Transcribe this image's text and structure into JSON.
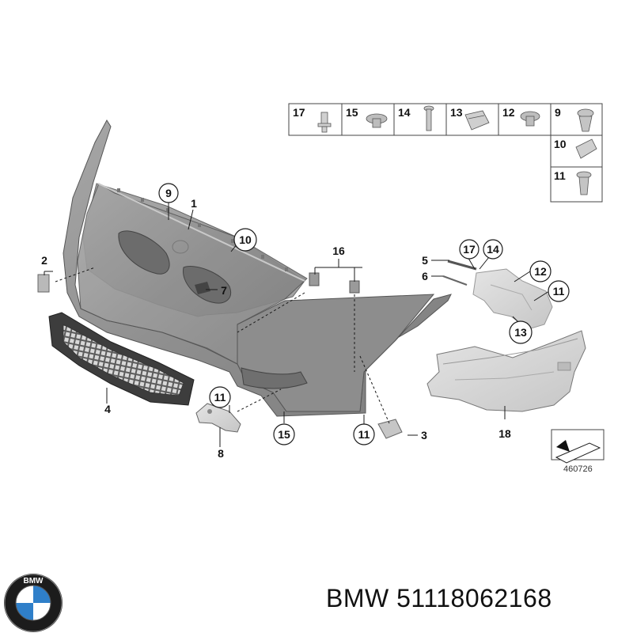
{
  "callouts": {
    "c1": "1",
    "c2": "2",
    "c3": "3",
    "c4": "4",
    "c5": "5",
    "c6": "6",
    "c7": "7",
    "c8": "8",
    "c9": "9",
    "c10": "10",
    "c11a": "11",
    "c11b": "11",
    "c11c": "11",
    "c12": "12",
    "c13": "13",
    "c14": "14",
    "c15": "15",
    "c16": "16",
    "c17": "17",
    "c18": "18"
  },
  "fastener_table": {
    "top_row": [
      "17",
      "15",
      "14",
      "13",
      "12",
      "9"
    ],
    "side_column": [
      "10",
      "11"
    ]
  },
  "symbol_box": {
    "code": "460726"
  },
  "brand": {
    "logo_text": "BMW",
    "caption": "BMW 51118062168"
  },
  "colors": {
    "part_gray": "#9a9a9a",
    "part_dark": "#6e6e6e",
    "line": "#1a1a1a",
    "logo_blue": "#2f7fc9"
  }
}
